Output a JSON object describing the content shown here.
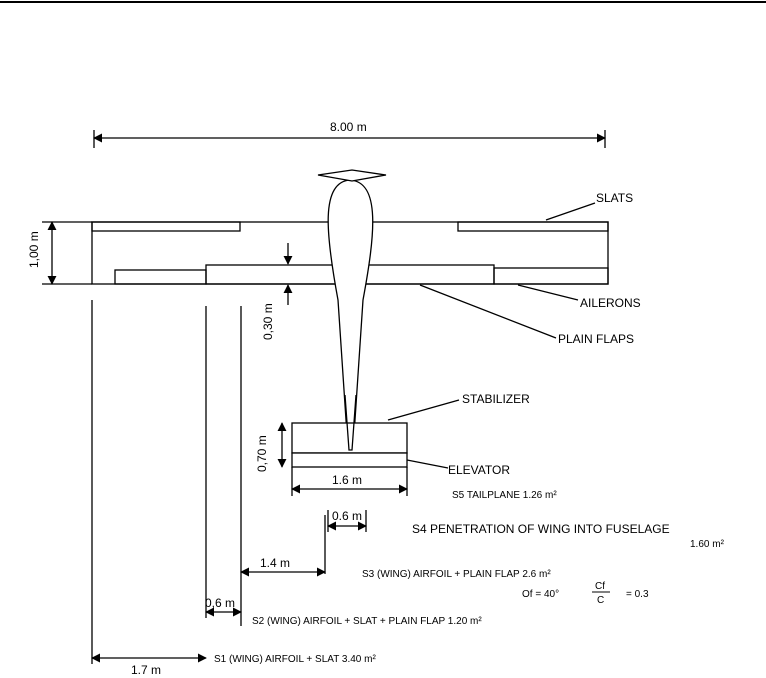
{
  "dimensions": {
    "span": "8.00 m",
    "chord": "1,00 m",
    "flap_chord": "0,30 m",
    "tail_chord": "0,70 m",
    "tail_span": "1.6 m",
    "penetration_width": "0.6 m",
    "dim_1_4": "1.4 m",
    "dim_0_6": "0,6 m",
    "dim_1_7": "1.7 m"
  },
  "labels": {
    "slats": "SLATS",
    "ailerons": "AILERONS",
    "plain_flaps": "PLAIN FLAPS",
    "stabilizer": "STABILIZER",
    "elevator": "ELEVATOR"
  },
  "areas": {
    "s5": "S5 TAILPLANE 1.26 m²",
    "s4": "S4 PENETRATION OF WING INTO FUSELAGE",
    "s4_value": "1.60 m²",
    "s3": "S3 (WING) AIRFOIL + PLAIN FLAP 2.6 m²",
    "s2": "S2 (WING) AIRFOIL + SLAT + PLAIN FLAP 1.20 m²",
    "s1": "S1 (WING) AIRFOIL + SLAT 3.40 m²"
  },
  "formula": {
    "lhs": "Of = 40°",
    "frac_num": "Cf",
    "frac_den": "C",
    "rhs": "= 0.3"
  }
}
